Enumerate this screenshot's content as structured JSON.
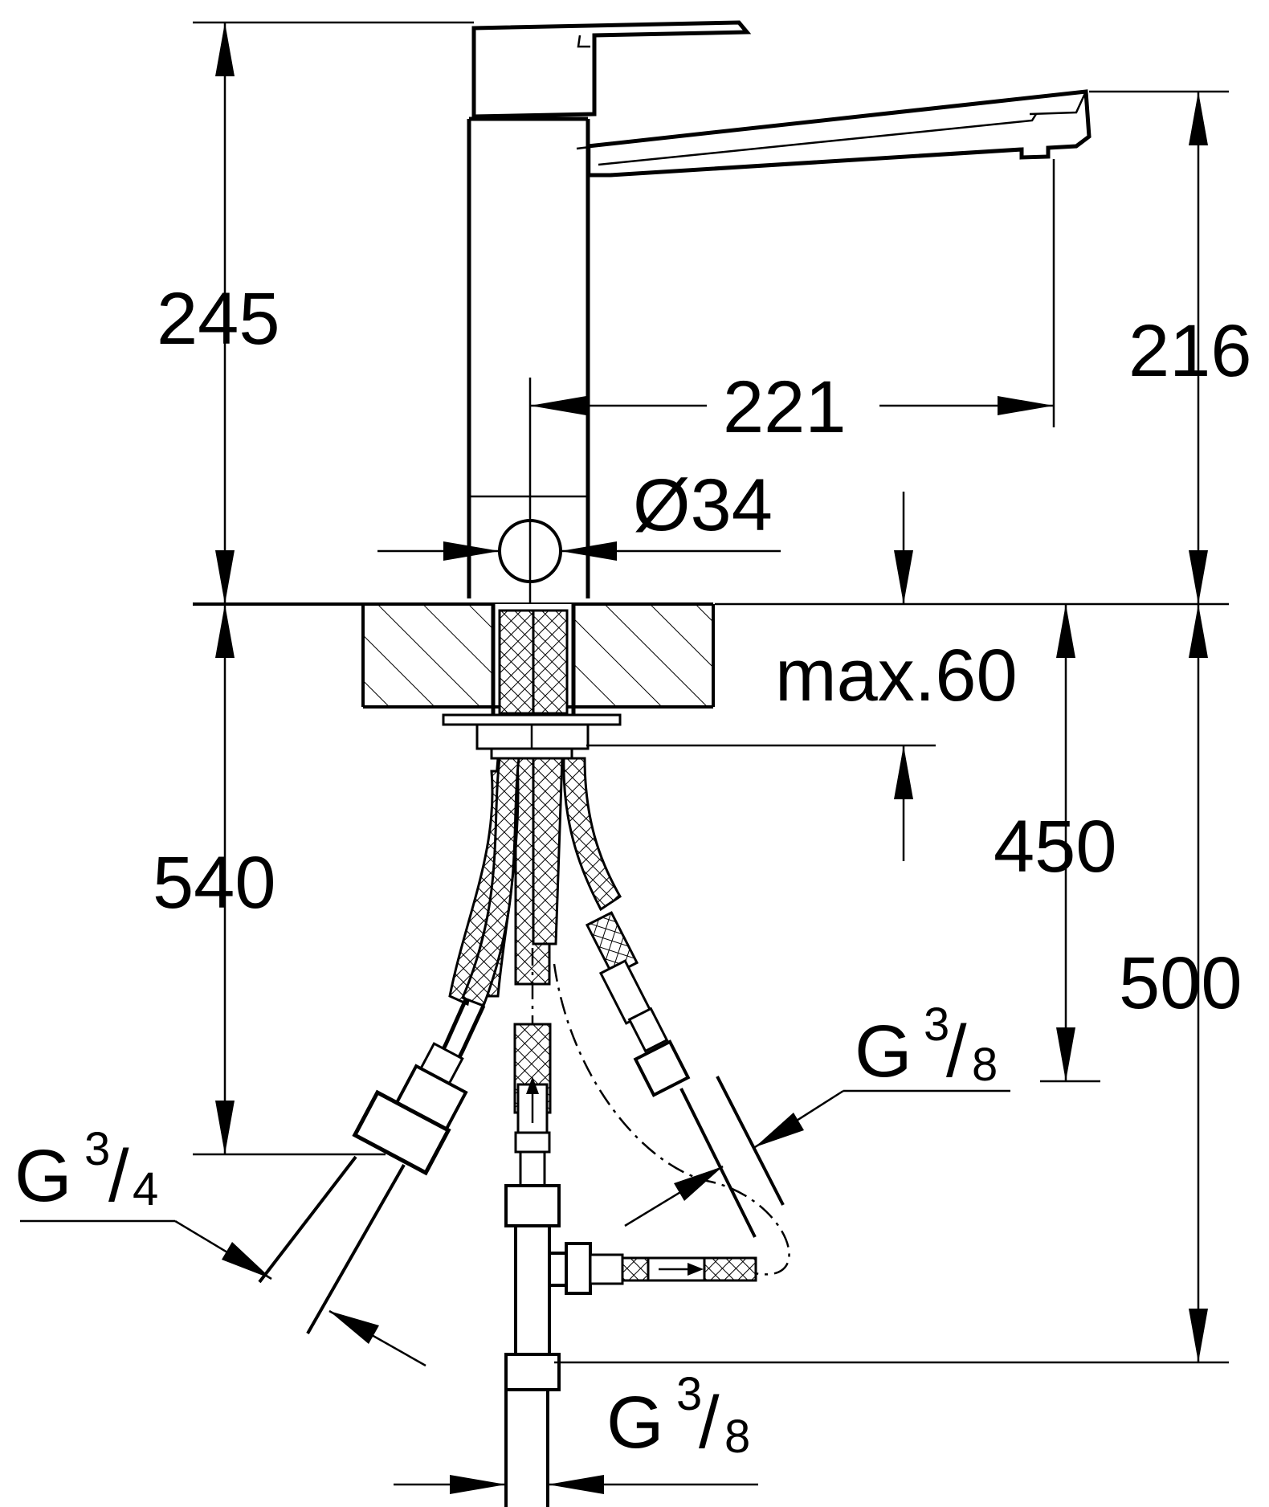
{
  "drawing": {
    "dimensions": {
      "spout_height": "216",
      "total_height": "245",
      "projection": "221",
      "hole_diameter": "Ø34",
      "max_thickness": "max.60",
      "hose_450": "450",
      "hose_500": "500",
      "hose_540": "540"
    },
    "connections": {
      "g34": {
        "base": "G",
        "num": "3",
        "sep": "/",
        "den": "4"
      },
      "g38_right": {
        "base": "G",
        "num": "3",
        "sep": "/",
        "den": "8"
      },
      "g38_bottom": {
        "base": "G",
        "num": "3",
        "sep": "/",
        "den": "8"
      }
    }
  }
}
